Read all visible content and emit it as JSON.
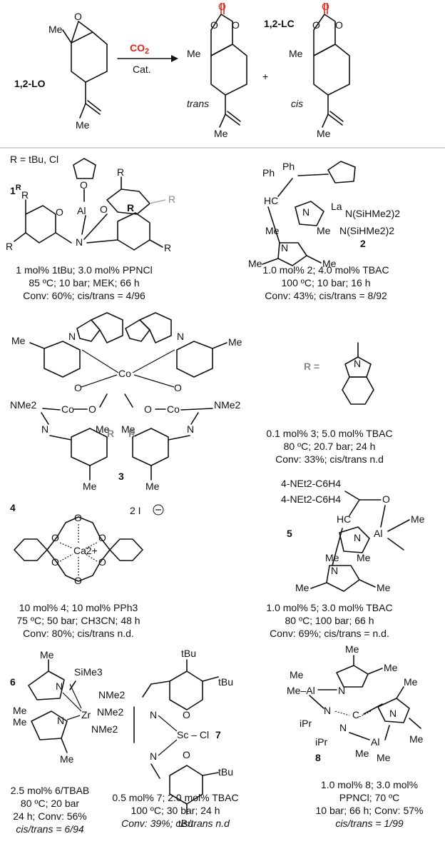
{
  "scheme": {
    "reactant_label": "1,2-LO",
    "reactant_me": "Me",
    "reactant_o": "O",
    "reactant_me2": "Me",
    "reagent": "CO2",
    "reagent_co": "CO",
    "reagent_sub": "2",
    "catalyst": "Cat.",
    "product_label": "1,2-LC",
    "trans_label": "trans",
    "cis_label": "cis",
    "plus": "+",
    "o": "O",
    "me": "Me"
  },
  "catalysts": [
    {
      "id": "1",
      "label": "1",
      "sup": "R",
      "r_def": "R = tBu, Cl",
      "atoms": {
        "al": "Al",
        "n": "N",
        "o": "O",
        "r": "R"
      },
      "caption": [
        "1 mol% 1tBu; 3.0 mol% PPNCl",
        "85 ºC; 10 bar; MEK; 66 h",
        "Conv: 60%; cis/trans = 4/96"
      ]
    },
    {
      "id": "2",
      "label": "2",
      "atoms": {
        "la": "La",
        "ph": "Ph",
        "hc": "HC",
        "n": "N",
        "nsi": "N(SiHMe2)2",
        "me": "Me"
      },
      "caption": [
        "1.0 mol% 2; 4.0 mol% TBAC",
        "100 ºC; 10 bar; 16 h",
        "Conv: 43%; cis/trans = 8/92"
      ]
    },
    {
      "id": "3",
      "label": "3",
      "atoms": {
        "co": "Co",
        "n": "N",
        "o": "O",
        "me": "Me",
        "nme2": "NMe2",
        "r": "R"
      },
      "caption": [
        "0.1 mol% 3; 5.0 mol% TBAC",
        "80 ºC; 20.7 bar; 24 h",
        "Conv: 33%; cis/trans n.d"
      ]
    },
    {
      "id": "4",
      "label": "4",
      "atoms": {
        "ca": "Ca2+",
        "o": "O",
        "iodide": "2 I"
      },
      "caption": [
        "10 mol% 4; 10 mol% PPh3",
        "75 ºC; 50 bar; CH3CN; 48 h",
        "Conv: 80%; cis/trans n.d."
      ]
    },
    {
      "id": "5",
      "label": "5",
      "atoms": {
        "ar": "4-NEt2-C6H4",
        "al": "Al",
        "o": "O",
        "hc": "HC",
        "me": "Me",
        "n": "N"
      },
      "caption": [
        "1.0 mol% 5; 3.0 mol% TBAC",
        "80 ºC; 100 bar; 66 h",
        "Conv: 69%; cis/trans = n.d."
      ]
    },
    {
      "id": "6",
      "label": "6",
      "atoms": {
        "zr": "Zr",
        "si": "SiMe3",
        "nme2": "NMe2",
        "me": "Me",
        "n": "N"
      },
      "caption": [
        "2.5 mol% 6/TBAB",
        "80 ºC; 20 bar",
        "24 h; Conv: 56%",
        "cis/trans = 6/94"
      ]
    },
    {
      "id": "7",
      "label": "7",
      "atoms": {
        "sc": "Sc",
        "cl": "Cl",
        "tbu": "tBu",
        "n": "N",
        "o": "O"
      },
      "caption": [
        "0.5 mol% 7; 2.0 mol% TBAC",
        "100 ºC; 30 bar; 24 h",
        "Conv: 39%; cis/trans n.d"
      ]
    },
    {
      "id": "8",
      "label": "8",
      "atoms": {
        "al": "Al",
        "me": "Me",
        "n": "N",
        "c": "C",
        "ipr": "iPr"
      },
      "caption": [
        "1.0 mol% 8; 3.0 mol%",
        "PPNCl; 70 ºC",
        "10 bar; 66 h; Conv: 57%",
        "cis/trans = 1/99"
      ]
    }
  ],
  "r_group": {
    "label": "R ="
  }
}
